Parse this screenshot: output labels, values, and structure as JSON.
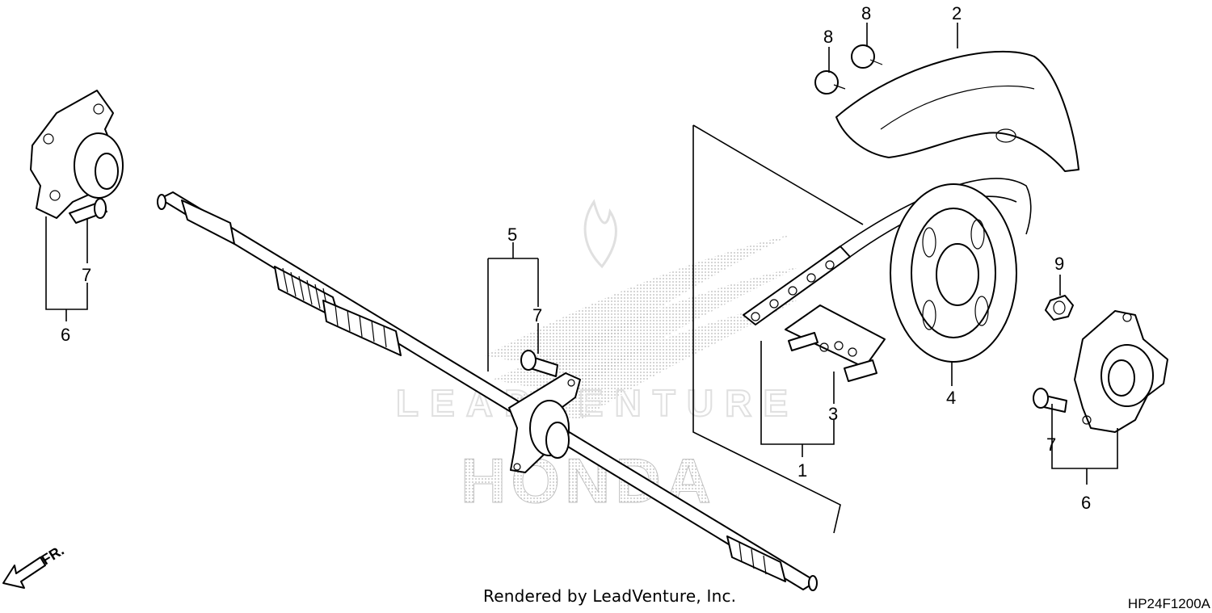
{
  "callouts": {
    "c1": "1",
    "c2": "2",
    "c3": "3",
    "c4": "4",
    "c5": "5",
    "c6_left": "6",
    "c6_right": "6",
    "c7_left": "7",
    "c7_mid": "7",
    "c7_right": "7",
    "c8_a": "8",
    "c8_b": "8",
    "c9": "9"
  },
  "direction_label": "FR.",
  "watermark_text": "HONDA",
  "watermark_subtext": "LEADVENTURE",
  "footer": {
    "credit": "Rendered by LeadVenture, Inc.",
    "diagram_code": "HP24F1200A"
  },
  "colors": {
    "line": "#000000",
    "watermark": "#c8c8c8",
    "background": "#ffffff"
  }
}
